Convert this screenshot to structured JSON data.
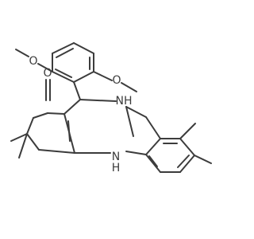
{
  "molecule": {
    "atoms": {
      "o_methoxy_1": "O",
      "o_methoxy_2": "O",
      "o_carbonyl": "O",
      "nh_1": "NH",
      "h_1": "H",
      "n_2": "N",
      "h_2": "H"
    }
  }
}
